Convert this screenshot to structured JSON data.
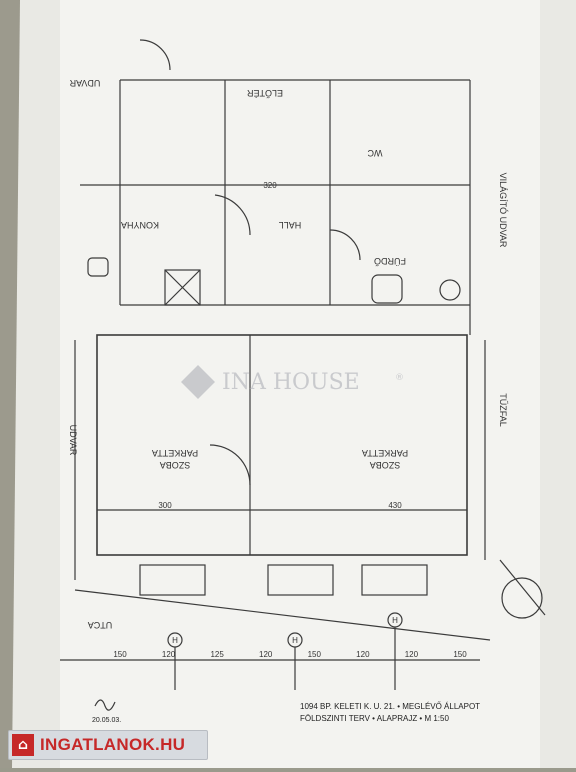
{
  "watermark": {
    "brand": "INA HOUSE",
    "registered": "®"
  },
  "site_badge": {
    "icon": "house-icon",
    "text": "INGATLANOK.HU",
    "color": "#c62828"
  },
  "room_labels": {
    "left_room_top": "SZOBA",
    "left_room_bottom": "PARKETTA",
    "right_room_top": "SZOBA",
    "right_room_bottom": "PARKETTA",
    "kitchen": "KONYHA",
    "hall": "HALL",
    "bath": "FÜRDŐ",
    "wc": "WC",
    "entrance": "ELŐTÉR"
  },
  "side_labels": {
    "left": "UDVAR",
    "right": "TŰZFAL",
    "street": "UTCA",
    "top": "UDVAR",
    "right_top": "VILÁGÍTÓ UDVAR"
  },
  "dimensions": {
    "bottom_row": [
      "150",
      "120",
      "125",
      "120",
      "150",
      "120",
      "120",
      "150"
    ],
    "left_room_width": "300",
    "right_room_width": "430",
    "ceiling_height": "320"
  },
  "title_block": {
    "line1": "1094 BP. KELETI K. U. 21. • MEGLÉVŐ ÁLLAPOT",
    "line2": "FÖLDSZINTI TERV • ALAPRAJZ • M 1:50"
  },
  "signature": {
    "date": "20.05.03."
  },
  "axes": [
    "H",
    "H",
    "H"
  ],
  "colors": {
    "paper": "#f2f2ee",
    "ink": "#3a3a3a",
    "wall_dark": "#9a9a8c"
  }
}
